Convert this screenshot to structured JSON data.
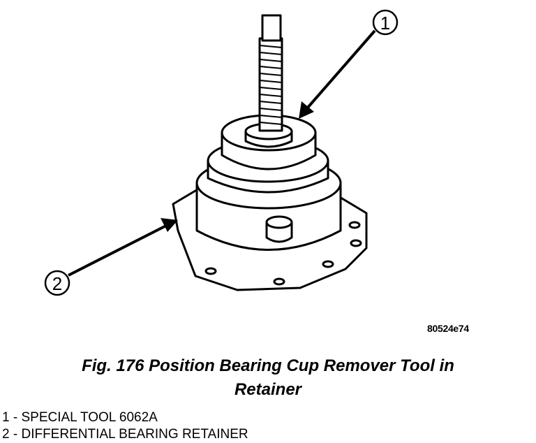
{
  "figure": {
    "code": "80524e74",
    "caption_line1": "Fig. 176 Position Bearing Cup Remover Tool in",
    "caption_line2": "Retainer"
  },
  "callouts": [
    {
      "number": "1",
      "label": "SPECIAL TOOL 6062A"
    },
    {
      "number": "2",
      "label": "DIFFERENTIAL BEARING RETAINER"
    }
  ],
  "legend_separator": " - "
}
